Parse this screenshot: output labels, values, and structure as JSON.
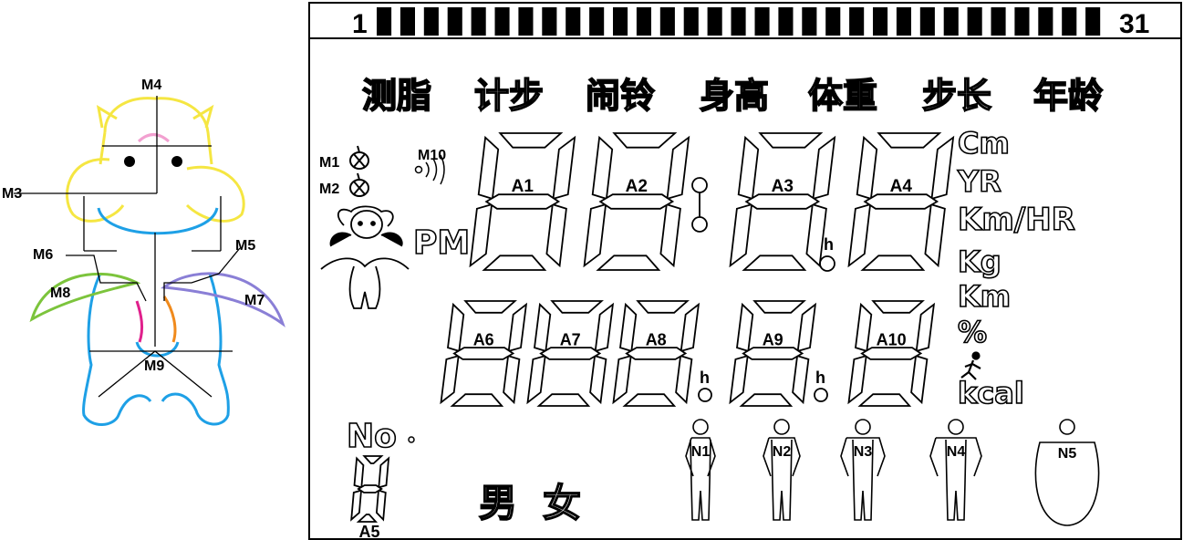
{
  "bar": {
    "start": "1",
    "end": "31"
  },
  "top_labels": [
    "测脂",
    "计步",
    "闹铃",
    "身高",
    "体重",
    "步长",
    "年龄"
  ],
  "units": [
    "Cm",
    "YR",
    "Km/HR",
    "Kg",
    "Km",
    "%",
    "kcal"
  ],
  "digits_top": [
    "A1",
    "A2",
    "A3",
    "A4"
  ],
  "digits_bottom": [
    "A6",
    "A7",
    "A8",
    "A9",
    "A10"
  ],
  "digit_a5": "A5",
  "pm_label": "PM",
  "no_label": "No",
  "hour_mark": "h",
  "gender": {
    "male": "男",
    "female": "女"
  },
  "figures": [
    "N1",
    "N2",
    "N3",
    "N4",
    "N5"
  ],
  "m_labels": {
    "m1": "M1",
    "m2": "M2",
    "m10": "M10"
  },
  "diagram_labels": {
    "m3": "M3",
    "m4": "M4",
    "m5": "M5",
    "m6": "M6",
    "m7": "M7",
    "m8": "M8",
    "m9": "M9"
  },
  "colors": {
    "yellow": "#f5e642",
    "blue": "#1ea0e6",
    "green": "#7cc43c",
    "purple": "#8a7fd6",
    "magenta": "#e0208c",
    "orange": "#f08a1c",
    "pink": "#f2a0d0"
  }
}
